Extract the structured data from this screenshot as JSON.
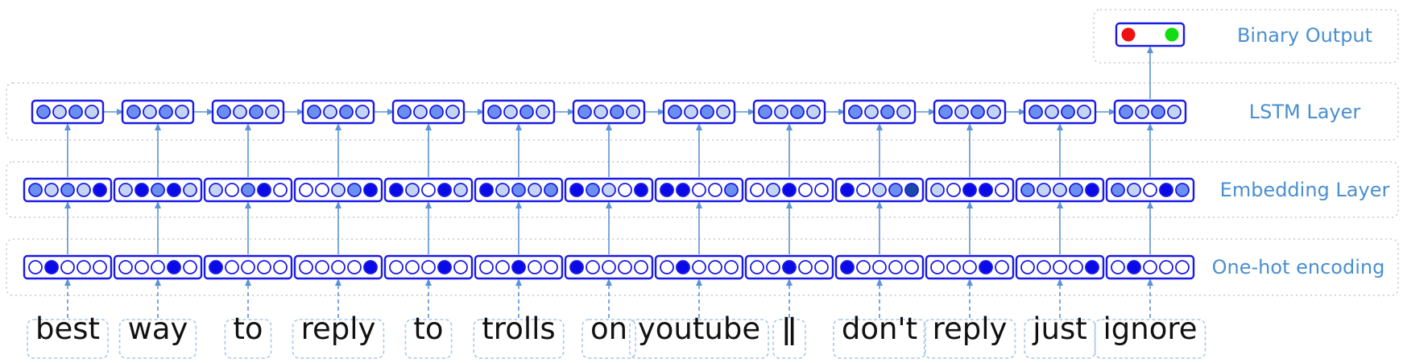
{
  "words": [
    "best",
    "way",
    "to",
    "reply",
    "to",
    "trolls",
    "on",
    "youtube",
    "ǁ",
    "don't",
    "reply",
    "just",
    "ignore"
  ],
  "layers": {
    "output": "Binary Output",
    "lstm": "LSTM Layer",
    "embedding": "Embedding Layer",
    "onehot": "One-hot encoding"
  },
  "colors": {
    "stroke": "#1a1ae6",
    "arrow": "#5b93d6",
    "label": "#4a8fd0",
    "dotted_border": "#c4c9cf",
    "word_box_border": "#a9c8ea",
    "light": "#c4d5f3",
    "mid": "#6a8ff0",
    "dark": "#0a0ae8",
    "darkest": "#1a4aa8",
    "empty": "#ffffff",
    "output_red": "#ee1111",
    "output_green": "#11dd11"
  },
  "onehot_active_index": [
    1,
    3,
    0,
    4,
    3,
    2,
    0,
    1,
    2,
    0,
    3,
    4,
    1
  ],
  "embedding_cells": [
    [
      "mid",
      "light",
      "mid",
      "light",
      "dark"
    ],
    [
      "light",
      "dark",
      "mid",
      "dark",
      "light"
    ],
    [
      "light",
      "empty",
      "mid",
      "dark",
      "empty"
    ],
    [
      "empty",
      "empty",
      "light",
      "mid",
      "dark"
    ],
    [
      "dark",
      "light",
      "empty",
      "dark",
      "light"
    ],
    [
      "dark",
      "light",
      "mid",
      "light",
      "mid"
    ],
    [
      "dark",
      "mid",
      "light",
      "empty",
      "dark"
    ],
    [
      "dark",
      "dark",
      "empty",
      "empty",
      "mid"
    ],
    [
      "empty",
      "light",
      "dark",
      "empty",
      "empty"
    ],
    [
      "dark",
      "empty",
      "light",
      "mid",
      "darkest"
    ],
    [
      "light",
      "empty",
      "dark",
      "dark",
      "empty"
    ],
    [
      "mid",
      "light",
      "light",
      "mid",
      "dark"
    ],
    [
      "mid",
      "light",
      "empty",
      "dark",
      "mid"
    ]
  ],
  "lstm_cells": [
    "mid",
    "light",
    "mid",
    "light"
  ],
  "output_cells": [
    "output_red",
    "output_green"
  ]
}
